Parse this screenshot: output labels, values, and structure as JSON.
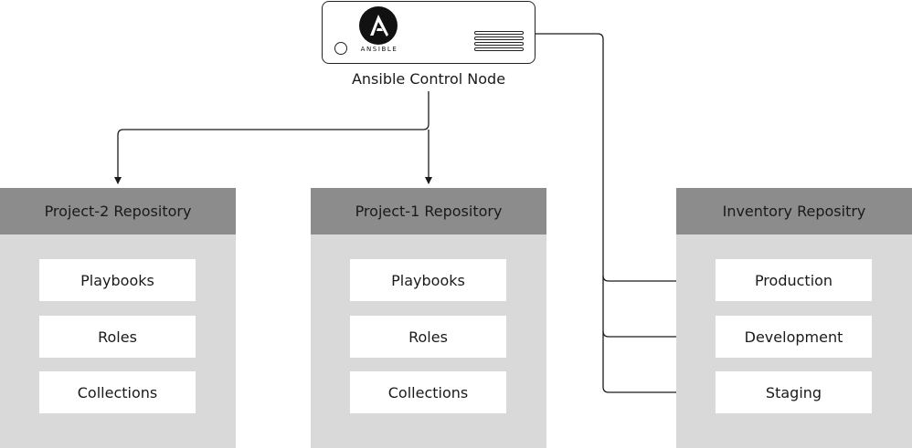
{
  "control_node": {
    "logo_text": "ANSIBLE",
    "label": "Ansible Control Node"
  },
  "repositories": [
    {
      "title": "Project-2 Repository",
      "items": [
        "Playbooks",
        "Roles",
        "Collections"
      ]
    },
    {
      "title": "Project-1 Repository",
      "items": [
        "Playbooks",
        "Roles",
        "Collections"
      ]
    },
    {
      "title": "Inventory Repositry",
      "items": [
        "Production",
        "Development",
        "Staging"
      ]
    }
  ],
  "colors": {
    "panel_bg": "#d9d9d9",
    "panel_header": "#8c8c8c",
    "item_bg": "#ffffff",
    "line": "#1a1a1a"
  }
}
